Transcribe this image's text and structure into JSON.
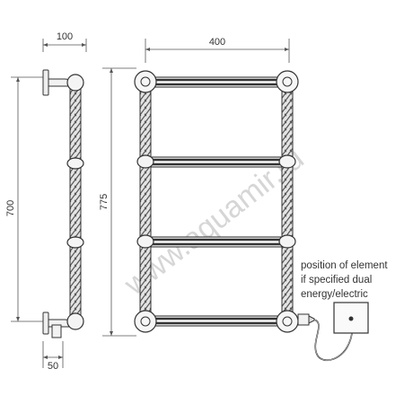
{
  "dimensions": {
    "depth": "100",
    "width": "400",
    "height_side": "700",
    "height_front": "775",
    "wall_offset": "50"
  },
  "annotation": {
    "line1": "position of element",
    "line2": "if specified dual",
    "line3": "energy/electric"
  },
  "watermark": "www.aquamir.ru",
  "colors": {
    "outline": "#333333",
    "rail": "#3a3a3a",
    "twist": "#cfcfcf",
    "dimension": "#555555"
  }
}
